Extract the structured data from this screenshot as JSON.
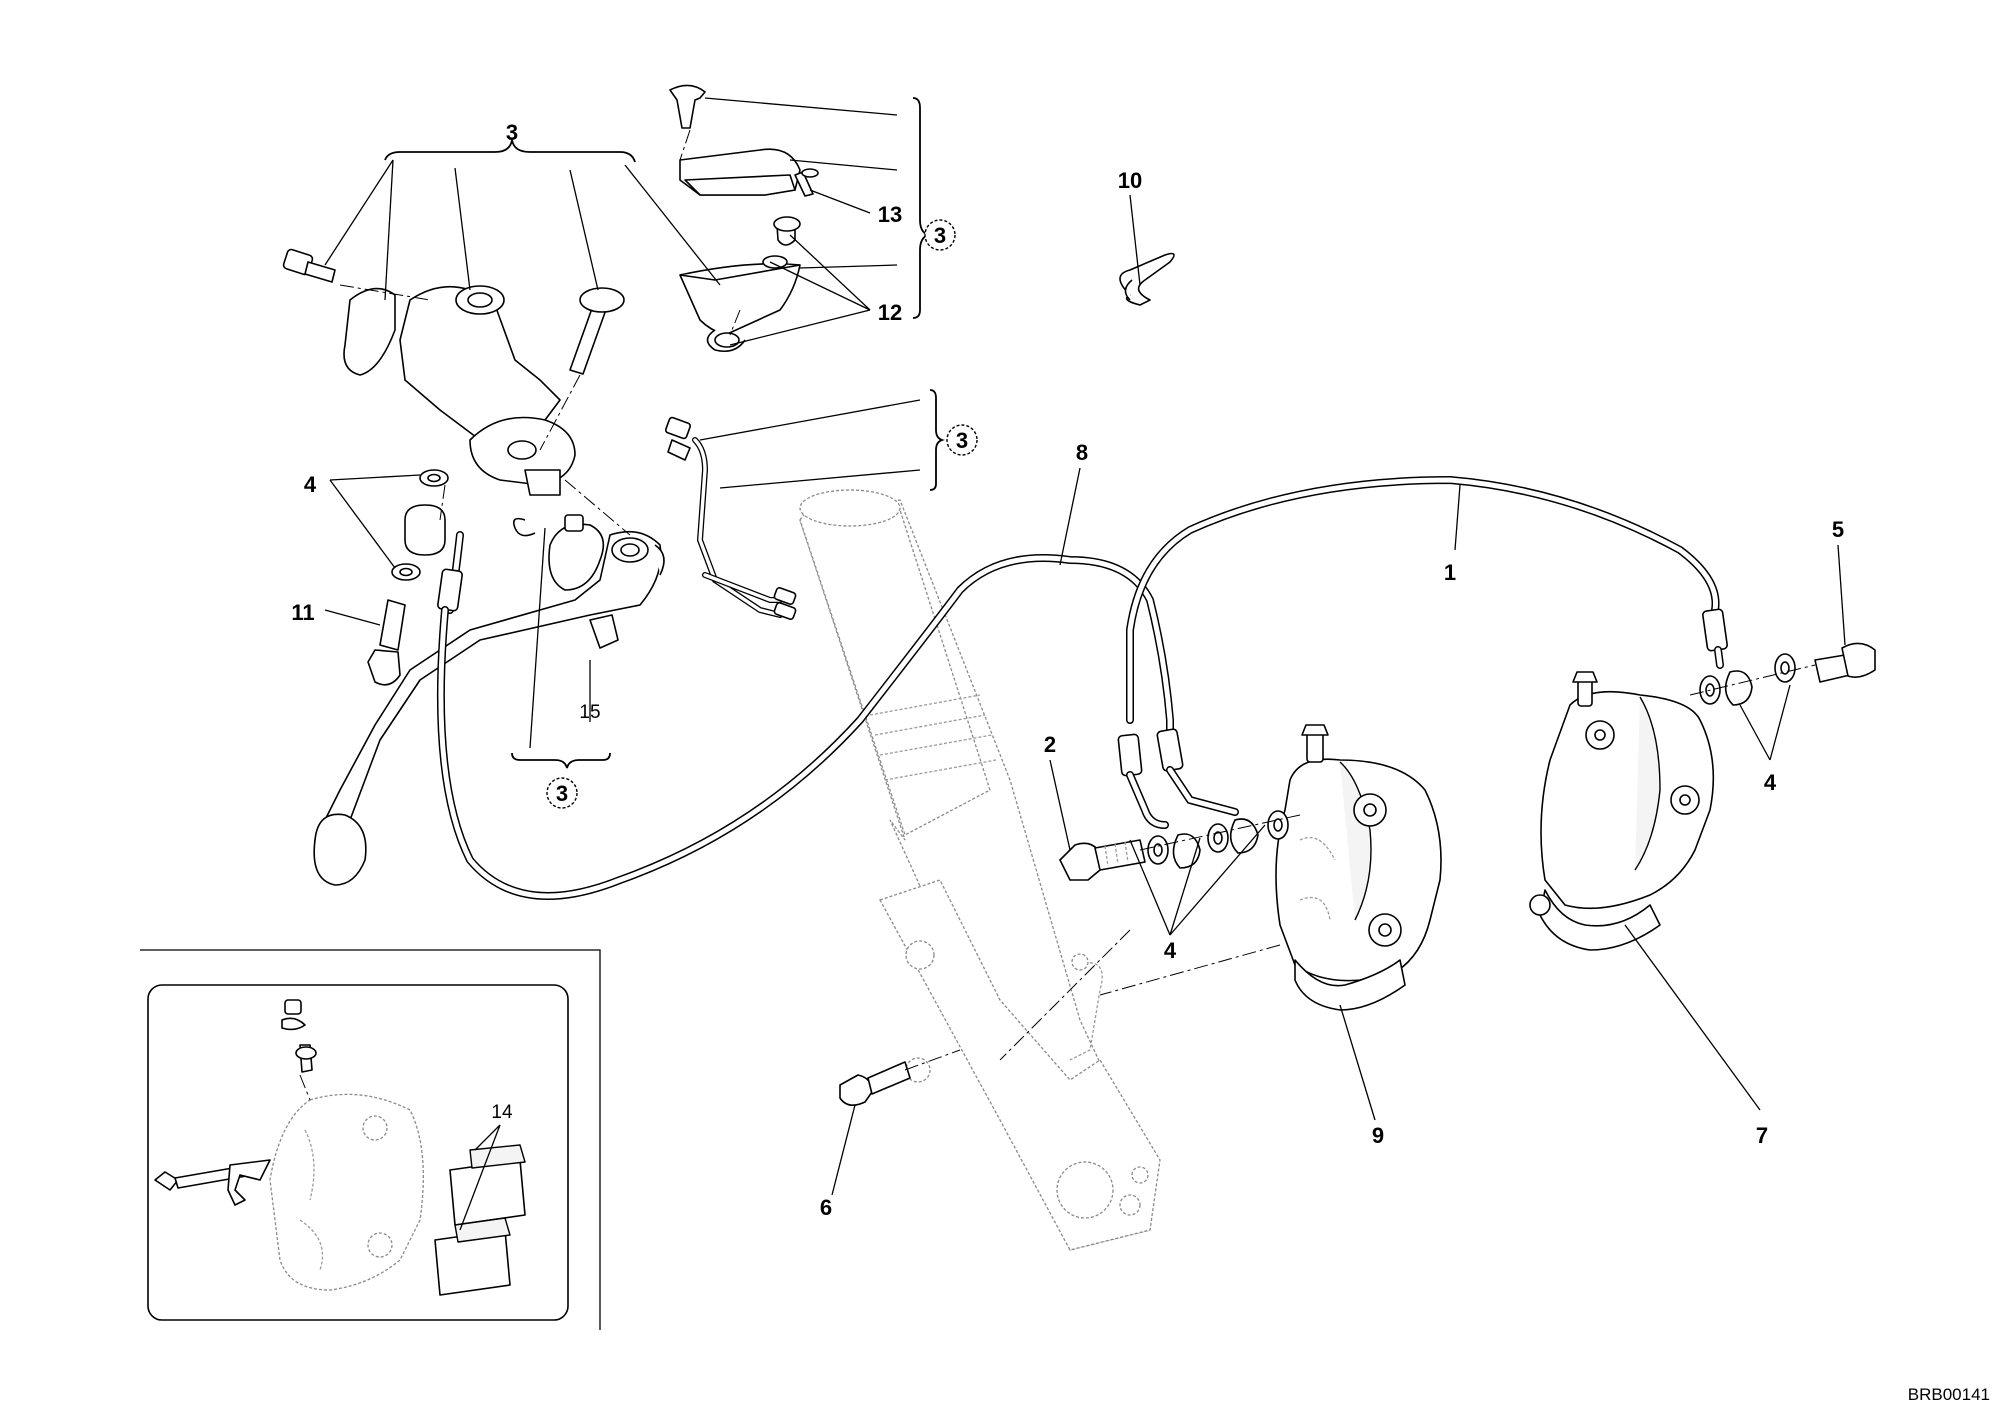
{
  "drawing_code": "BRB00141",
  "callouts": {
    "c1": "1",
    "c2": "2",
    "c3_top": "3",
    "c3_res": "3",
    "c3_wire": "3",
    "c3_lever": "3",
    "c4_left": "4",
    "c4_mid": "4",
    "c4_right": "4",
    "c5": "5",
    "c6": "6",
    "c7": "7",
    "c8": "8",
    "c9": "9",
    "c10": "10",
    "c11": "11",
    "c12": "12",
    "c13": "13",
    "c14": "14",
    "c15": "15"
  }
}
